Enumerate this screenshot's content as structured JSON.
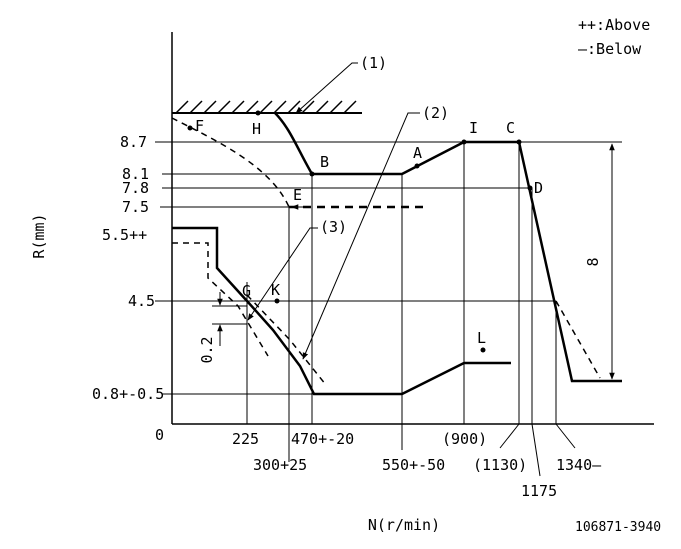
{
  "legend": {
    "above": "++:Above",
    "below": "—:Below"
  },
  "axes": {
    "y_title": "R(mm)",
    "x_title": "N(r/min)",
    "origin": "0"
  },
  "y_ticks": {
    "t87": "8.7",
    "t81": "8.1",
    "t78": "7.8",
    "t75": "7.5",
    "t55": "5.5++",
    "t45": "4.5",
    "t08": "0.8+-0.5"
  },
  "x_ticks": {
    "t225": "225",
    "t300": "300+25",
    "t470": "470+-20",
    "t550": "550+-50",
    "t900": "(900)",
    "t1130": "(1130)",
    "t1175": "1175",
    "t1340": "1340—"
  },
  "points": {
    "A": "A",
    "B": "B",
    "C": "C",
    "D": "D",
    "E": "E",
    "F": "F",
    "G": "G",
    "H": "H",
    "I": "I",
    "K": "K",
    "L": "L"
  },
  "callouts": {
    "c1": "(1)",
    "c2": "(2)",
    "c3": "(3)"
  },
  "dimensions": {
    "stroke": "8",
    "gap": "0.2"
  },
  "figure_id": "106871-3940"
}
